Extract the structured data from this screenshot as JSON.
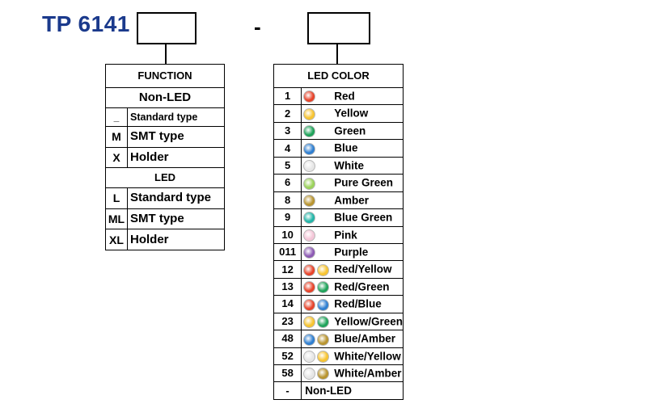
{
  "part_prefix": "TP 6141",
  "separator": "-",
  "function_table": {
    "header": "FUNCTION",
    "groups": [
      {
        "label": "Non-LED",
        "rows": [
          {
            "code": "_",
            "desc": "Standard type"
          },
          {
            "code": "M",
            "desc": "SMT type"
          },
          {
            "code": "X",
            "desc": "Holder"
          }
        ]
      },
      {
        "label": "LED",
        "rows": [
          {
            "code": "L",
            "desc": "Standard type"
          },
          {
            "code": "ML",
            "desc": "SMT type"
          },
          {
            "code": "XL",
            "desc": "Holder"
          }
        ]
      }
    ]
  },
  "led_color_table": {
    "header": "LED COLOR",
    "rows": [
      {
        "code": "1",
        "name": "Red",
        "colors": [
          "#e8432a"
        ]
      },
      {
        "code": "2",
        "name": "Yellow",
        "colors": [
          "#f7c431"
        ]
      },
      {
        "code": "3",
        "name": "Green",
        "colors": [
          "#1fa35a"
        ]
      },
      {
        "code": "4",
        "name": "Blue",
        "colors": [
          "#2f7fd1"
        ]
      },
      {
        "code": "5",
        "name": "White",
        "colors": [
          "#e6e6e6"
        ]
      },
      {
        "code": "6",
        "name": "Pure Green",
        "colors": [
          "#9bd35a"
        ]
      },
      {
        "code": "8",
        "name": "Amber",
        "colors": [
          "#b8942f"
        ]
      },
      {
        "code": "9",
        "name": "Blue Green",
        "colors": [
          "#22b5a8"
        ]
      },
      {
        "code": "10",
        "name": "Pink",
        "colors": [
          "#f4c6d8"
        ]
      },
      {
        "code": "011",
        "name": "Purple",
        "colors": [
          "#8d5ab4"
        ]
      },
      {
        "code": "12",
        "name": "Red/Yellow",
        "colors": [
          "#e8432a",
          "#f7c431"
        ]
      },
      {
        "code": "13",
        "name": "Red/Green",
        "colors": [
          "#e8432a",
          "#1fa35a"
        ]
      },
      {
        "code": "14",
        "name": "Red/Blue",
        "colors": [
          "#e8432a",
          "#2f7fd1"
        ]
      },
      {
        "code": "23",
        "name": "Yellow/Green",
        "colors": [
          "#f7c431",
          "#1fa35a"
        ]
      },
      {
        "code": "48",
        "name": "Blue/Amber",
        "colors": [
          "#2f7fd1",
          "#b8942f"
        ]
      },
      {
        "code": "52",
        "name": "White/Yellow",
        "colors": [
          "#e6e6e6",
          "#f7c431"
        ]
      },
      {
        "code": "58",
        "name": "White/Amber",
        "colors": [
          "#e6e6e6",
          "#b8942f"
        ]
      },
      {
        "code": "-",
        "name": "Non-LED",
        "colors": []
      }
    ]
  }
}
